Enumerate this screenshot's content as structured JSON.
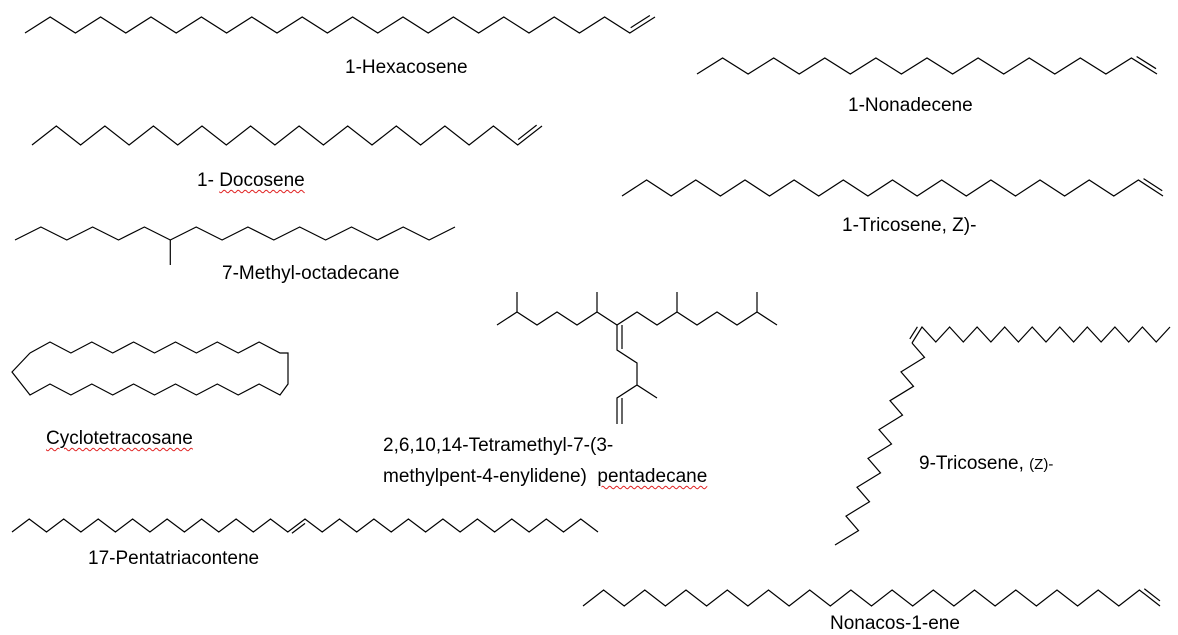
{
  "labels": {
    "hexacosene": "1-Hexacosene",
    "nonadecene": "1-Nonadecene",
    "docosene_prefix": "1- ",
    "docosene_word": "Docosene",
    "tricosene_1": "1-Tricosene, Z)-",
    "methyl_octadecane": "7-Methyl-octadecane",
    "cyclotetracosane": "Cyclotetracosane",
    "tetramethyl_line1": "2,6,10,14-Tetramethyl-7-(3-",
    "tetramethyl_line2_a": "methylpent-4-enylidene)  ",
    "tetramethyl_line2_b": "pentadecane",
    "tricosene_9_a": "9-Tricosene, ",
    "tricosene_9_b": "(Z)-",
    "pentatriacontene": "17-Pentatriacontene",
    "nonacosene": "Nonacos-1-ene"
  }
}
